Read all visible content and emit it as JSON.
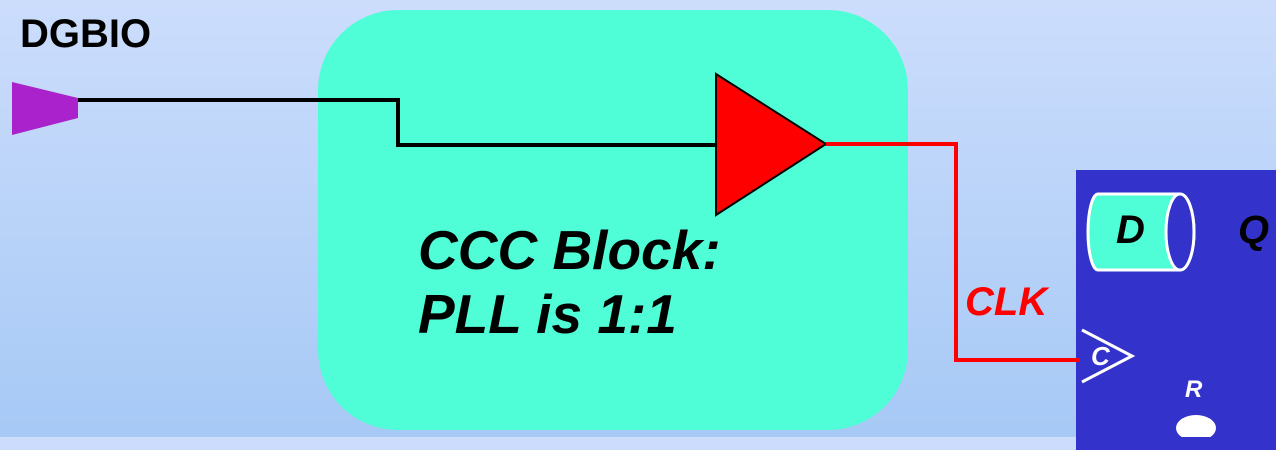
{
  "io_pad": {
    "label": "DGBIO"
  },
  "ccc_block": {
    "label": "CCC Block:\nPLL is 1:1"
  },
  "clock_net": {
    "label": "CLK"
  },
  "flip_flop": {
    "d_pin": "D",
    "q_pin": "Q",
    "c_pin": "C",
    "r_pin": "R"
  },
  "colors": {
    "ccc_block_fill": "#4ffdd6",
    "buffer_fill": "#ff0000",
    "clock_wire": "#ff0000",
    "io_pad_fill": "#aa22cc",
    "flip_flop_fill": "#3333cc",
    "d_pin_fill": "#4ffdd6"
  }
}
